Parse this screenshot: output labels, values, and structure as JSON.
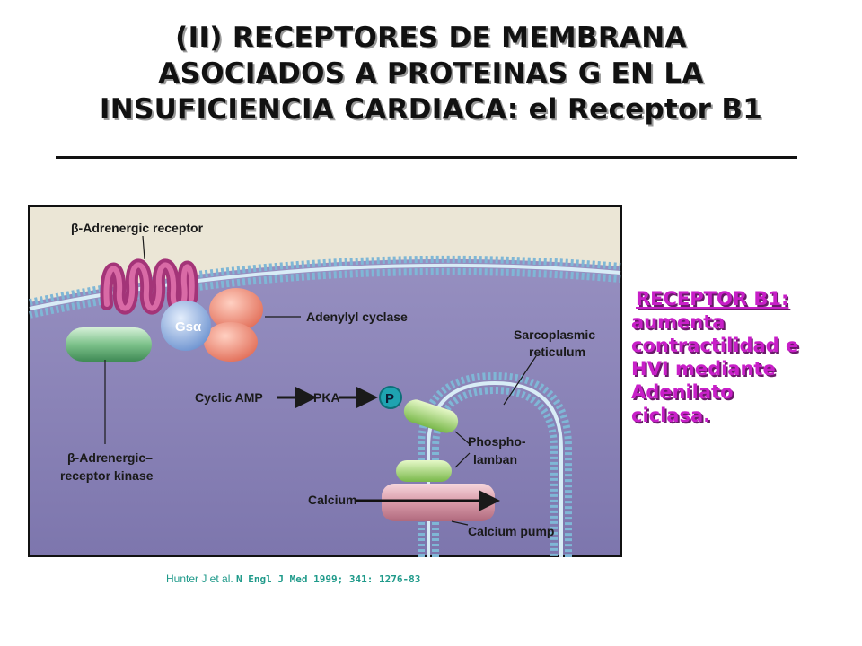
{
  "title": {
    "line1": "(II) RECEPTORES DE MEMBRANA",
    "line2": "ASOCIADOS A PROTEINAS G EN LA",
    "line3": "INSUFICIENCIA CARDIACA: el Receptor B1"
  },
  "figure": {
    "labels": {
      "beta_receptor": "β-Adrenergic receptor",
      "gs_alpha": "Gsα",
      "adenylyl_cyclase": "Adenylyl cyclase",
      "sarcoplasmic_1": "Sarcoplasmic",
      "sarcoplasmic_2": "reticulum",
      "cyclic_amp": "Cyclic AMP",
      "pka": "PKA",
      "p": "P",
      "phospho_1": "Phospho-",
      "phospho_2": "lamban",
      "kinase_1": "β-Adrenergic–",
      "kinase_2": "receptor kinase",
      "calcium": "Calcium",
      "calcium_pump": "Calcium pump"
    },
    "colors": {
      "background": "#8a83b7",
      "top_band": "#e8e3d2",
      "receptor": "#c2468c",
      "gs": "#8fb0e2",
      "cyclase": "#ef8d78",
      "kinase": "#6fb87f",
      "phospholamban": "#9bd36a",
      "p_badge": "#1fa3b0"
    }
  },
  "side_note": {
    "heading": "RECEPTOR B1:",
    "body": "aumenta\ncontractilidad e\nHVI mediante\nAdenilato\nciclasa."
  },
  "citation": {
    "author": "Hunter J et al.",
    "ref": "N Engl J Med 1999; 341: 1276-83"
  }
}
